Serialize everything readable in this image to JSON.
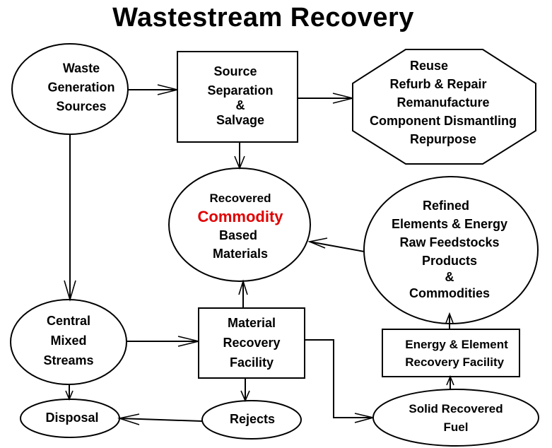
{
  "title": "Wastestream Recovery",
  "accent_color": "#e00000",
  "nodes": {
    "waste_generation": {
      "shape": "ellipse",
      "lines": [
        "Waste",
        "Generation",
        "Sources"
      ]
    },
    "source_separation": {
      "shape": "rectangle",
      "lines": [
        "Source",
        "Separation",
        "&",
        "Salvage"
      ]
    },
    "reuse": {
      "shape": "octagon",
      "lines": [
        "Reuse",
        "Refurb & Repair",
        "Remanufacture",
        "Component Dismantling",
        "Repurpose"
      ]
    },
    "recovered_commodity": {
      "shape": "ellipse",
      "lines": [
        "Recovered",
        "Commodity",
        "Based",
        "Materials"
      ],
      "accent_line": 1
    },
    "refined_elements": {
      "shape": "ellipse",
      "lines": [
        "Refined",
        "Elements & Energy",
        "Raw Feedstocks",
        "Products",
        "&",
        "Commodities"
      ]
    },
    "central_mixed": {
      "shape": "ellipse",
      "lines": [
        "Central",
        "Mixed",
        "Streams"
      ]
    },
    "material_recovery": {
      "shape": "rectangle",
      "lines": [
        "Material",
        "Recovery",
        "Facility"
      ]
    },
    "energy_element": {
      "shape": "rectangle",
      "lines": [
        "Energy & Element",
        "Recovery Facility"
      ]
    },
    "disposal": {
      "shape": "ellipse",
      "lines": [
        "Disposal"
      ]
    },
    "rejects": {
      "shape": "ellipse",
      "lines": [
        "Rejects"
      ]
    },
    "solid_fuel": {
      "shape": "ellipse",
      "lines": [
        "Solid Recovered",
        "Fuel"
      ]
    }
  },
  "edges": [
    {
      "from": "waste_generation",
      "to": "source_separation"
    },
    {
      "from": "source_separation",
      "to": "reuse"
    },
    {
      "from": "source_separation",
      "to": "recovered_commodity"
    },
    {
      "from": "waste_generation",
      "to": "central_mixed"
    },
    {
      "from": "refined_elements",
      "to": "recovered_commodity"
    },
    {
      "from": "central_mixed",
      "to": "material_recovery"
    },
    {
      "from": "material_recovery",
      "to": "recovered_commodity"
    },
    {
      "from": "material_recovery",
      "to": "rejects"
    },
    {
      "from": "material_recovery",
      "to": "solid_fuel"
    },
    {
      "from": "central_mixed",
      "to": "disposal"
    },
    {
      "from": "rejects",
      "to": "disposal"
    },
    {
      "from": "solid_fuel",
      "to": "energy_element"
    },
    {
      "from": "energy_element",
      "to": "refined_elements"
    }
  ]
}
